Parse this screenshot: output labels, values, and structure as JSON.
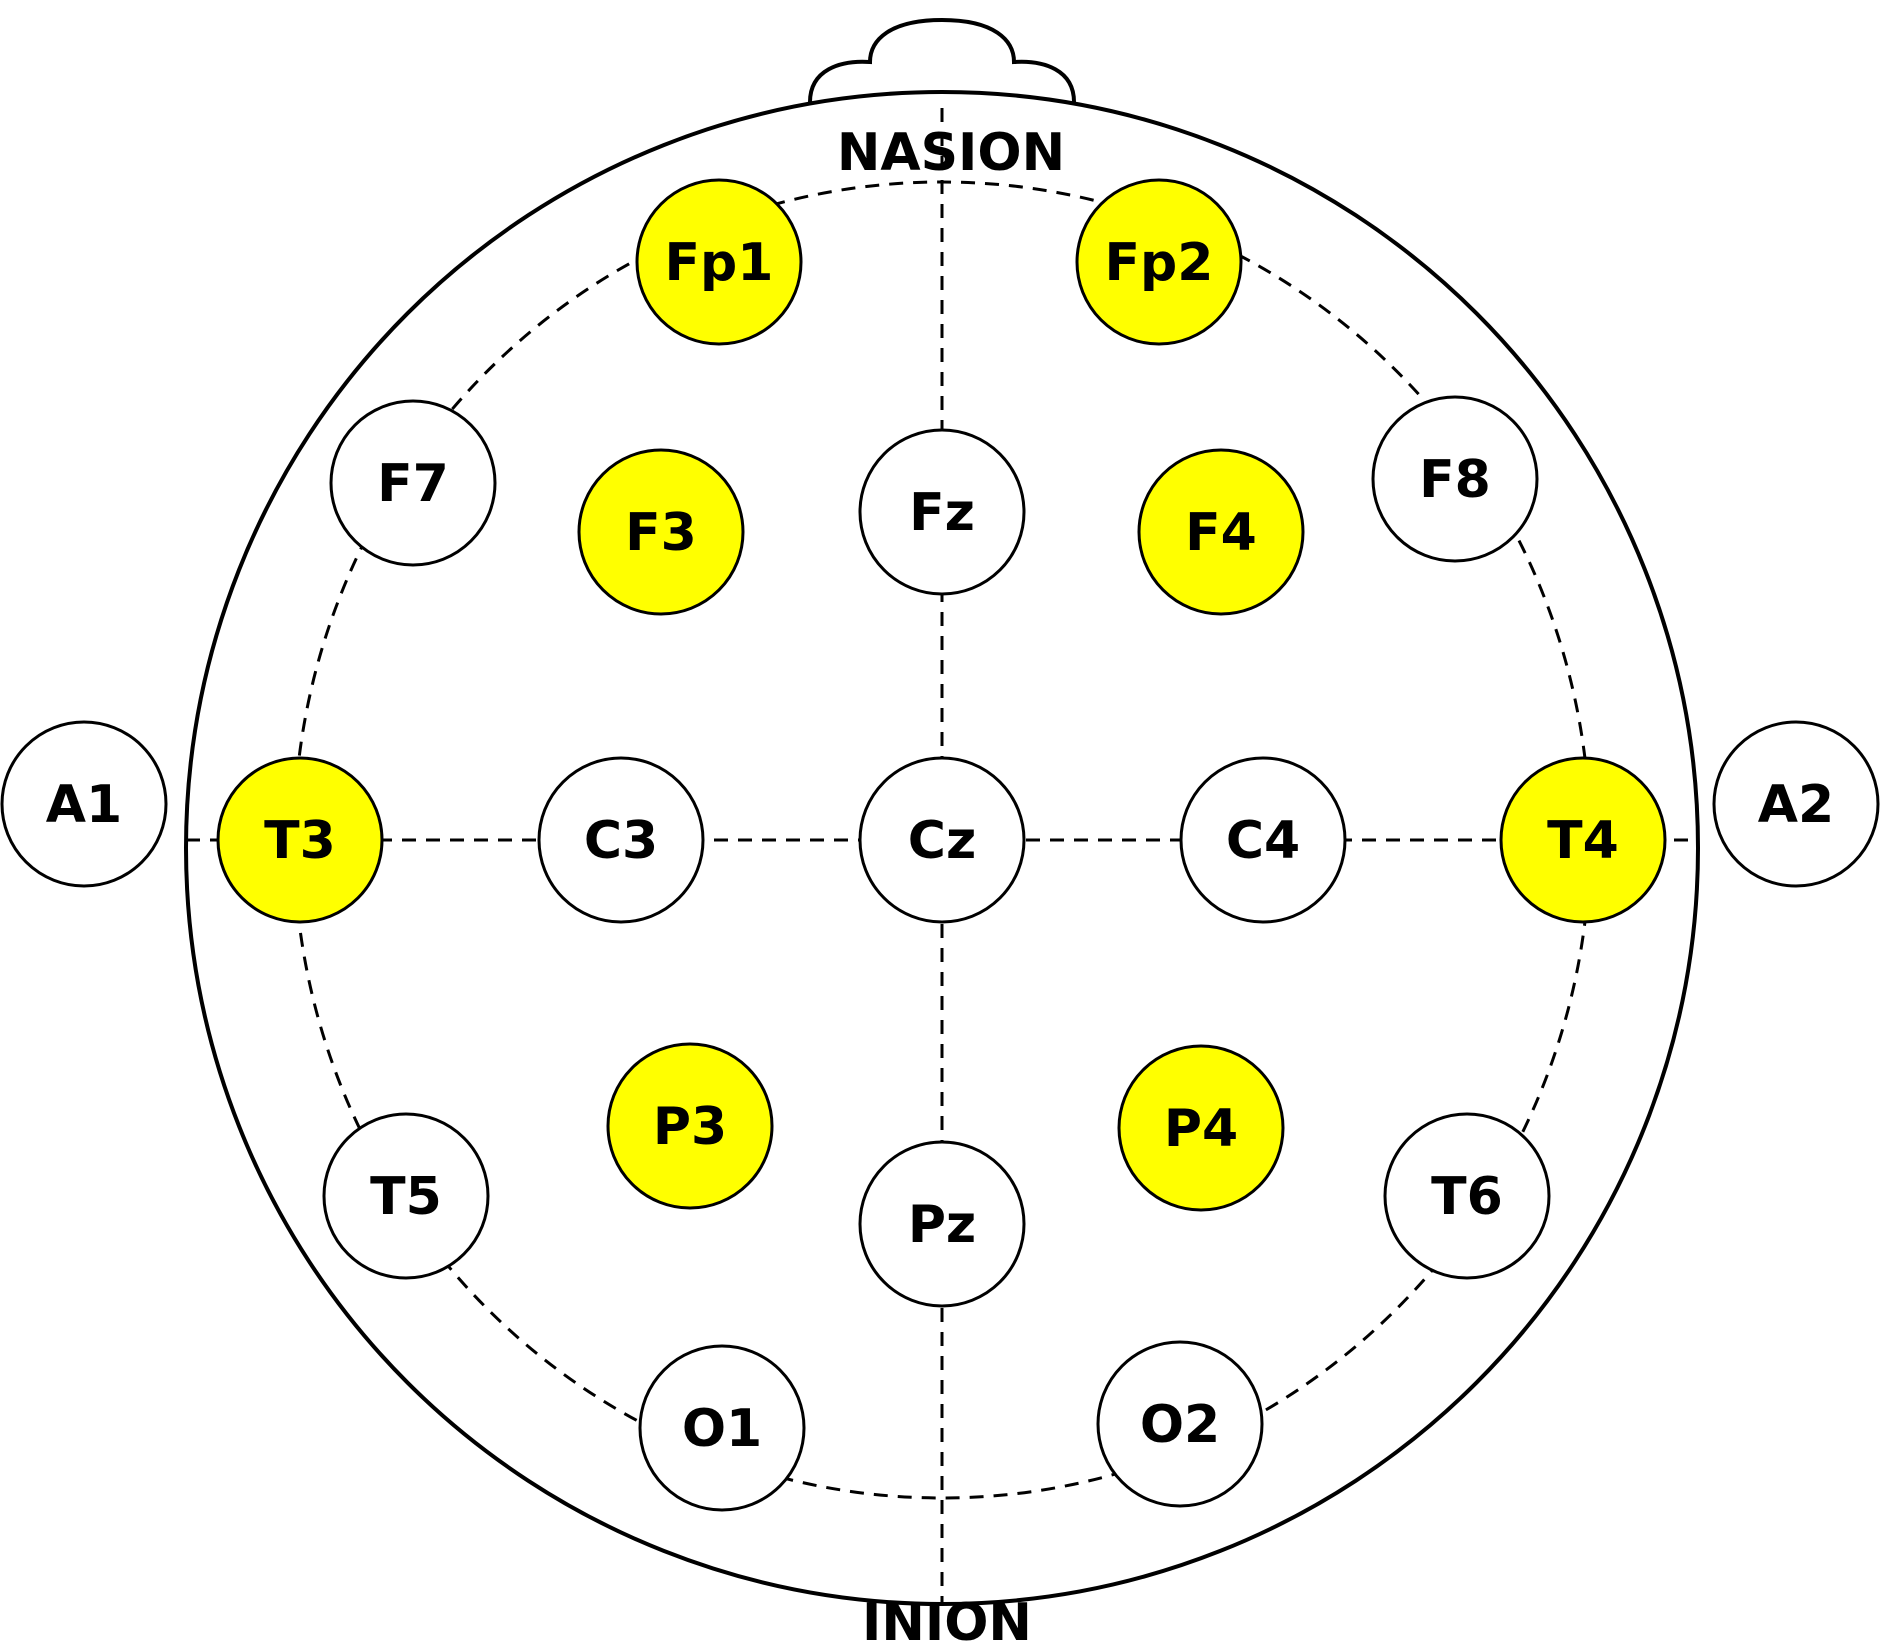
{
  "landmarks": {
    "nasion": "NASION",
    "inion": "INION"
  },
  "colors": {
    "highlight": "#ffff00",
    "normal": "#ffffff",
    "line": "#000000"
  },
  "electrodes": [
    {
      "id": "Fp1",
      "label": "Fp1",
      "highlighted": true
    },
    {
      "id": "Fp2",
      "label": "Fp2",
      "highlighted": true
    },
    {
      "id": "F7",
      "label": "F7",
      "highlighted": false
    },
    {
      "id": "F3",
      "label": "F3",
      "highlighted": true
    },
    {
      "id": "Fz",
      "label": "Fz",
      "highlighted": false
    },
    {
      "id": "F4",
      "label": "F4",
      "highlighted": true
    },
    {
      "id": "F8",
      "label": "F8",
      "highlighted": false
    },
    {
      "id": "A1",
      "label": "A1",
      "highlighted": false
    },
    {
      "id": "T3",
      "label": "T3",
      "highlighted": true
    },
    {
      "id": "C3",
      "label": "C3",
      "highlighted": false
    },
    {
      "id": "Cz",
      "label": "Cz",
      "highlighted": false
    },
    {
      "id": "C4",
      "label": "C4",
      "highlighted": false
    },
    {
      "id": "T4",
      "label": "T4",
      "highlighted": true
    },
    {
      "id": "A2",
      "label": "A2",
      "highlighted": false
    },
    {
      "id": "T5",
      "label": "T5",
      "highlighted": false
    },
    {
      "id": "P3",
      "label": "P3",
      "highlighted": true
    },
    {
      "id": "Pz",
      "label": "Pz",
      "highlighted": false
    },
    {
      "id": "P4",
      "label": "P4",
      "highlighted": true
    },
    {
      "id": "T6",
      "label": "T6",
      "highlighted": false
    },
    {
      "id": "O1",
      "label": "O1",
      "highlighted": false
    },
    {
      "id": "O2",
      "label": "O2",
      "highlighted": false
    }
  ]
}
